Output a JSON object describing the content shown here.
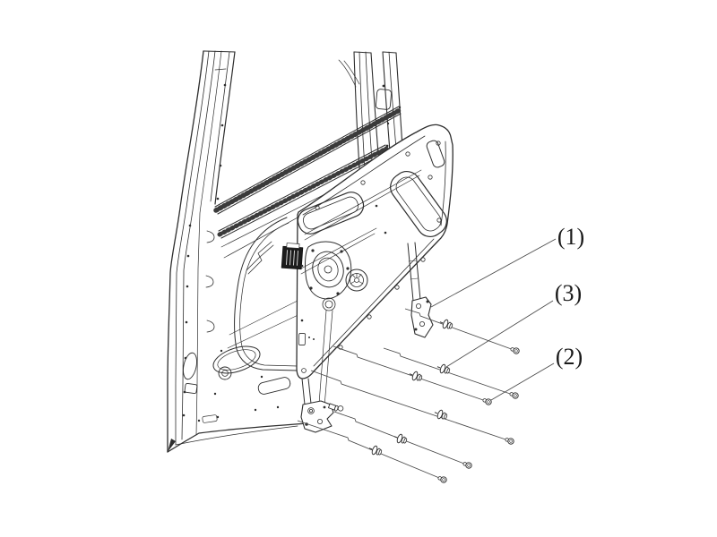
{
  "figure": {
    "callouts": [
      {
        "label": "(1)"
      },
      {
        "label": "(3)"
      },
      {
        "label": "(2)"
      }
    ],
    "colors": {
      "background": "#ffffff",
      "line": "#2e2e2e",
      "leader_line": "#4a4a4a",
      "accent_fill": "#1c1c1c"
    }
  }
}
